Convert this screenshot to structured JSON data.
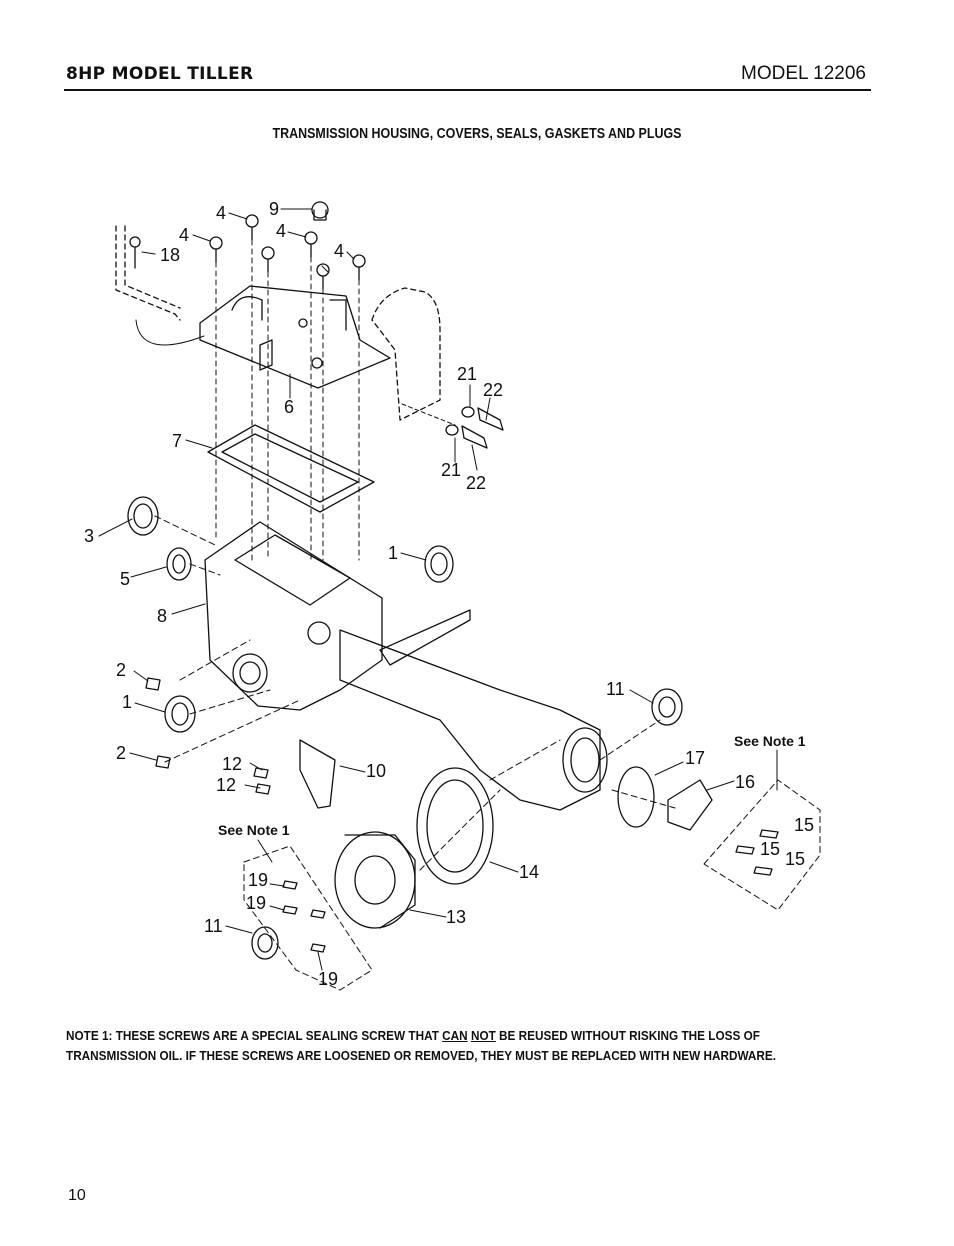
{
  "header": {
    "left_title": "8HP MODEL TILLER",
    "right_title": "MODEL 12206"
  },
  "diagram": {
    "title": "TRANSMISSION HOUSING, COVERS, SEALS, GASKETS AND PLUGS",
    "callouts": [
      "1",
      "1",
      "2",
      "2",
      "3",
      "4",
      "4",
      "4",
      "4",
      "5",
      "6",
      "7",
      "8",
      "9",
      "10",
      "11",
      "11",
      "12",
      "12",
      "13",
      "14",
      "15",
      "15",
      "15",
      "16",
      "17",
      "18",
      "19",
      "19",
      "19",
      "21",
      "21",
      "22",
      "22"
    ],
    "see_note_label": "See Note 1"
  },
  "note": {
    "prefix": "NOTE 1: THESE SCREWS ARE A SPECIAL SEALING SCREW THAT ",
    "emph_1": "CAN",
    "emph_2": "NOT",
    "line1_rest": " BE REUSED WITHOUT RISKING THE LOSS OF",
    "line2": "TRANSMISSION OIL.  IF THESE SCREWS ARE LOOSENED OR REMOVED, THEY MUST BE REPLACED WITH NEW HARDWARE."
  },
  "page_number": "10"
}
